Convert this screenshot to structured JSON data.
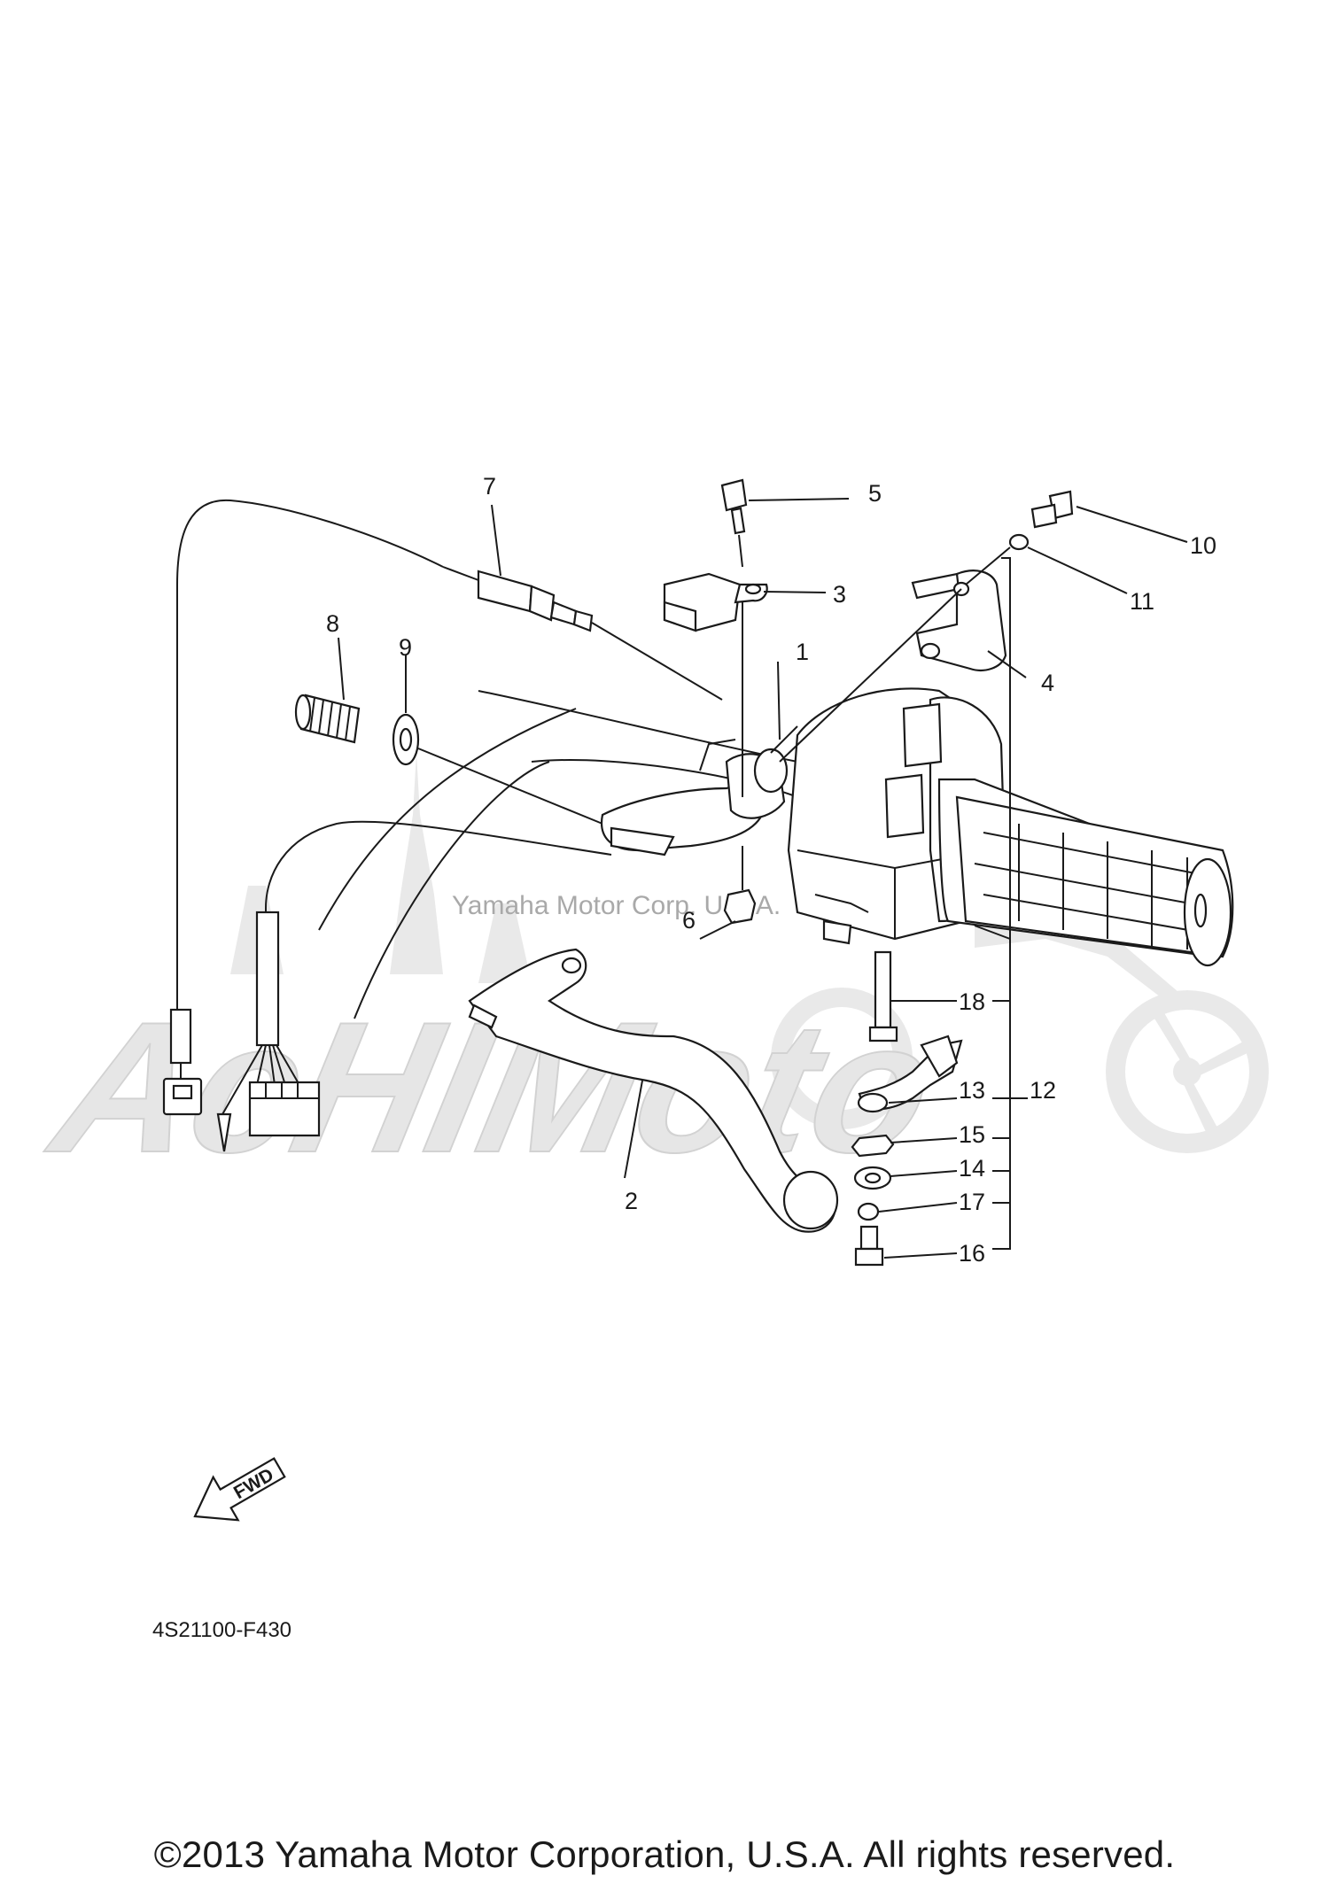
{
  "watermark": {
    "brand": "AcHIMoto",
    "center_text": "Yamaha Motor Corp. U.S.A."
  },
  "callouts": [
    {
      "id": "1",
      "label": "1"
    },
    {
      "id": "2",
      "label": "2"
    },
    {
      "id": "3",
      "label": "3"
    },
    {
      "id": "4",
      "label": "4"
    },
    {
      "id": "5",
      "label": "5"
    },
    {
      "id": "6",
      "label": "6"
    },
    {
      "id": "7",
      "label": "7"
    },
    {
      "id": "8",
      "label": "8"
    },
    {
      "id": "9",
      "label": "9"
    },
    {
      "id": "10",
      "label": "10"
    },
    {
      "id": "11",
      "label": "11"
    },
    {
      "id": "12",
      "label": "12"
    },
    {
      "id": "13",
      "label": "13"
    },
    {
      "id": "14",
      "label": "14"
    },
    {
      "id": "15",
      "label": "15"
    },
    {
      "id": "16",
      "label": "16"
    },
    {
      "id": "17",
      "label": "17"
    },
    {
      "id": "18",
      "label": "18"
    }
  ],
  "fwd_label": "FWD",
  "diagram_code": "4S21100-F430",
  "copyright": "©2013 Yamaha Motor Corporation, U.S.A. All rights reserved."
}
